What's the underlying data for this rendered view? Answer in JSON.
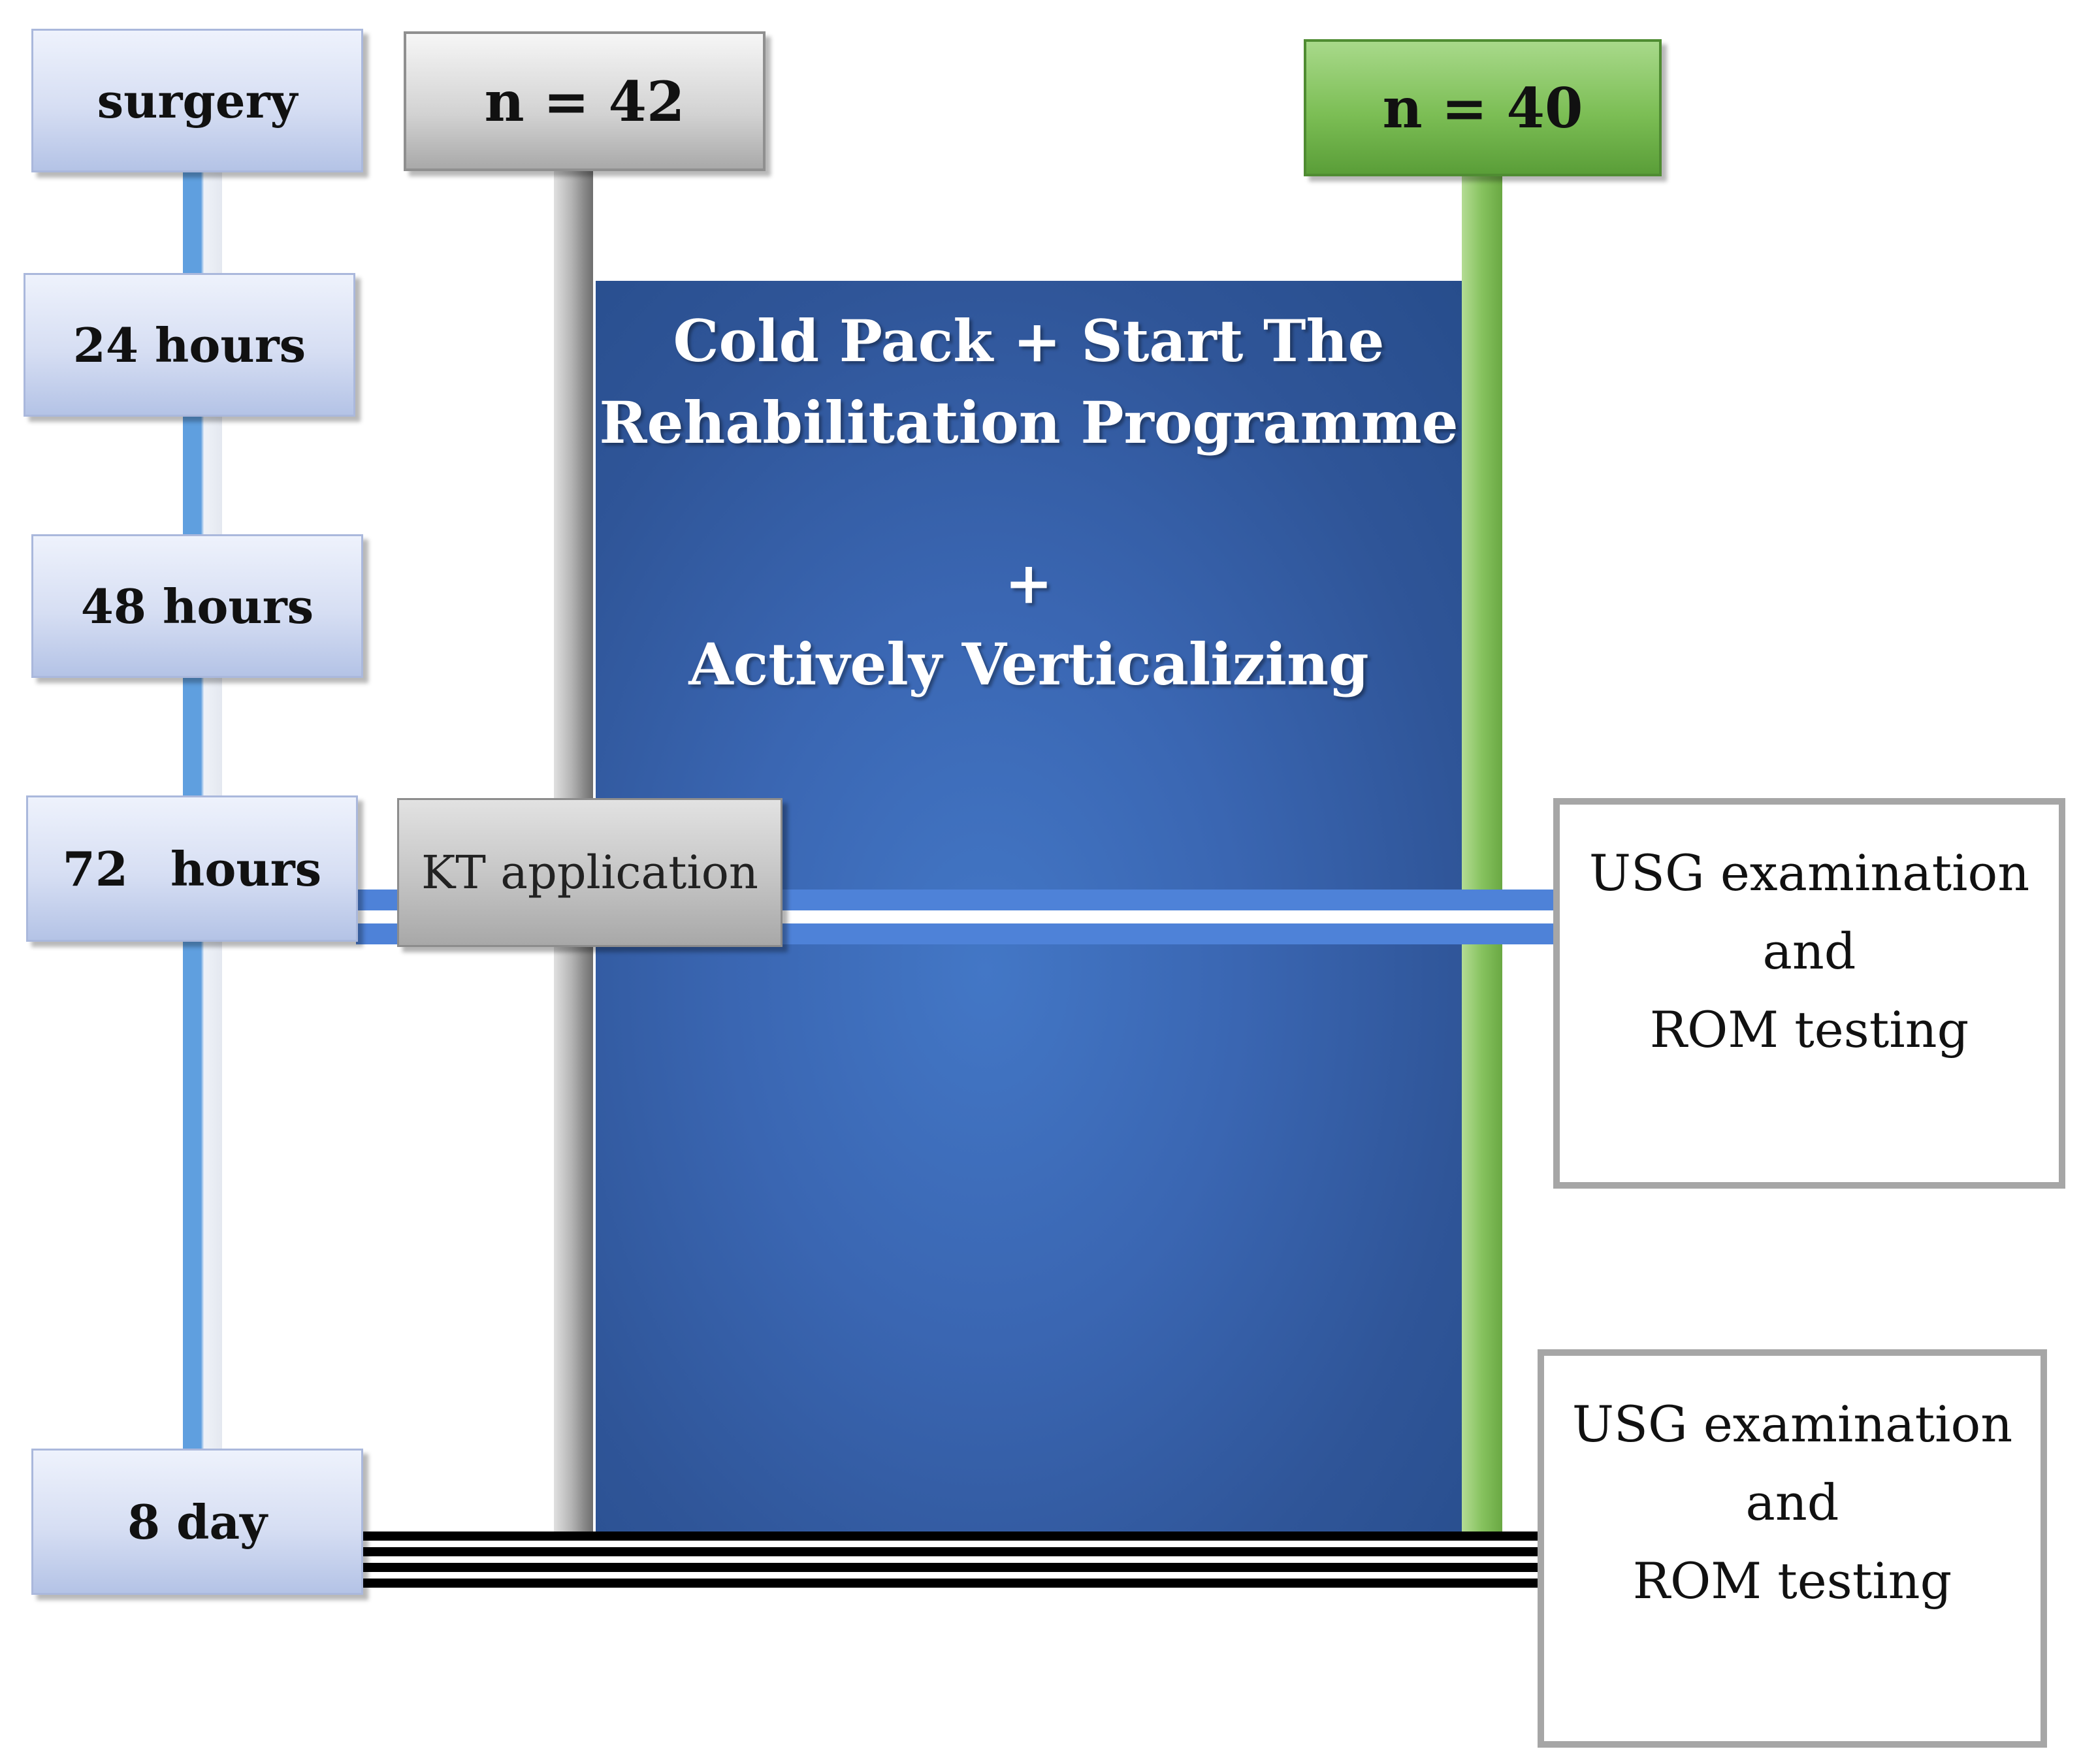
{
  "timeline": [
    {
      "label": "surgery"
    },
    {
      "label": "24 hours"
    },
    {
      "label": "48 hours"
    },
    {
      "label": "72 hours"
    },
    {
      "label": "8 day"
    }
  ],
  "groups": {
    "control": {
      "label": "n = 42",
      "color": "#b0b0b0"
    },
    "study": {
      "label": "n = 40",
      "color": "#7cbe55"
    }
  },
  "center": {
    "line1": "Cold Pack + Start The",
    "line2": "Rehabilitation Programme",
    "plus": "+",
    "line3": "Actively Verticalizing",
    "color": "#3a66b2"
  },
  "kt": {
    "label": "KT application"
  },
  "exam_top": {
    "line1": "USG examination",
    "line2": "and",
    "line3": "ROM testing"
  },
  "exam_bottom": {
    "line1": "USG examination",
    "line2": "and",
    "line3": "ROM testing"
  }
}
